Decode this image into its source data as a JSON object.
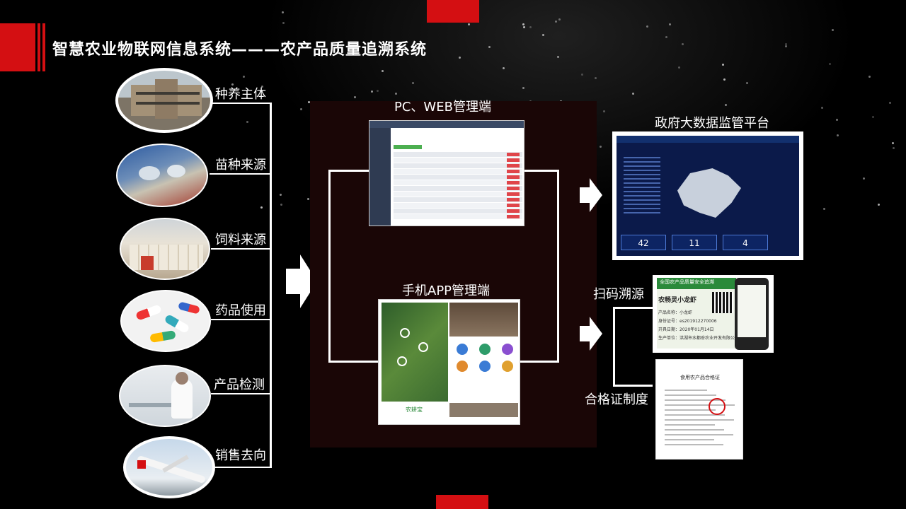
{
  "title": "智慧农业物联网信息系统———农产品质量追溯系统",
  "sources": [
    {
      "label": "种养主体",
      "icon": "building-photo-icon"
    },
    {
      "label": "苗种来源",
      "icon": "fish-seedling-photo-icon"
    },
    {
      "label": "饲料来源",
      "icon": "feed-warehouse-photo-icon"
    },
    {
      "label": "药品使用",
      "icon": "medicine-capsules-photo-icon"
    },
    {
      "label": "产品检测",
      "icon": "lab-testing-photo-icon"
    },
    {
      "label": "销售去向",
      "icon": "airplane-photo-icon"
    }
  ],
  "pc": {
    "label": "PC、WEB管理端"
  },
  "app": {
    "label": "手机APP管理端",
    "brand": "农耕宝"
  },
  "gov": {
    "label": "政府大数据监管平台",
    "stats": [
      "42",
      "11",
      "4"
    ]
  },
  "scan": {
    "label": "扫码溯源",
    "card_title": "全国农产品质量安全追溯",
    "product": "农畅灵小龙虾",
    "lines": [
      "产品名称：小龙虾",
      "身份证号：es201912270006",
      "开具日期：2020年01月14日",
      "生产单位：洪湖市水都府农业开发有限公司"
    ]
  },
  "cert": {
    "label": "合格证制度",
    "doc_title": "食用农产品合格证"
  },
  "colors": {
    "accent_red": "#d40f12",
    "panel_dark": "#1a0606",
    "gov_blue": "#0b1a4a"
  }
}
